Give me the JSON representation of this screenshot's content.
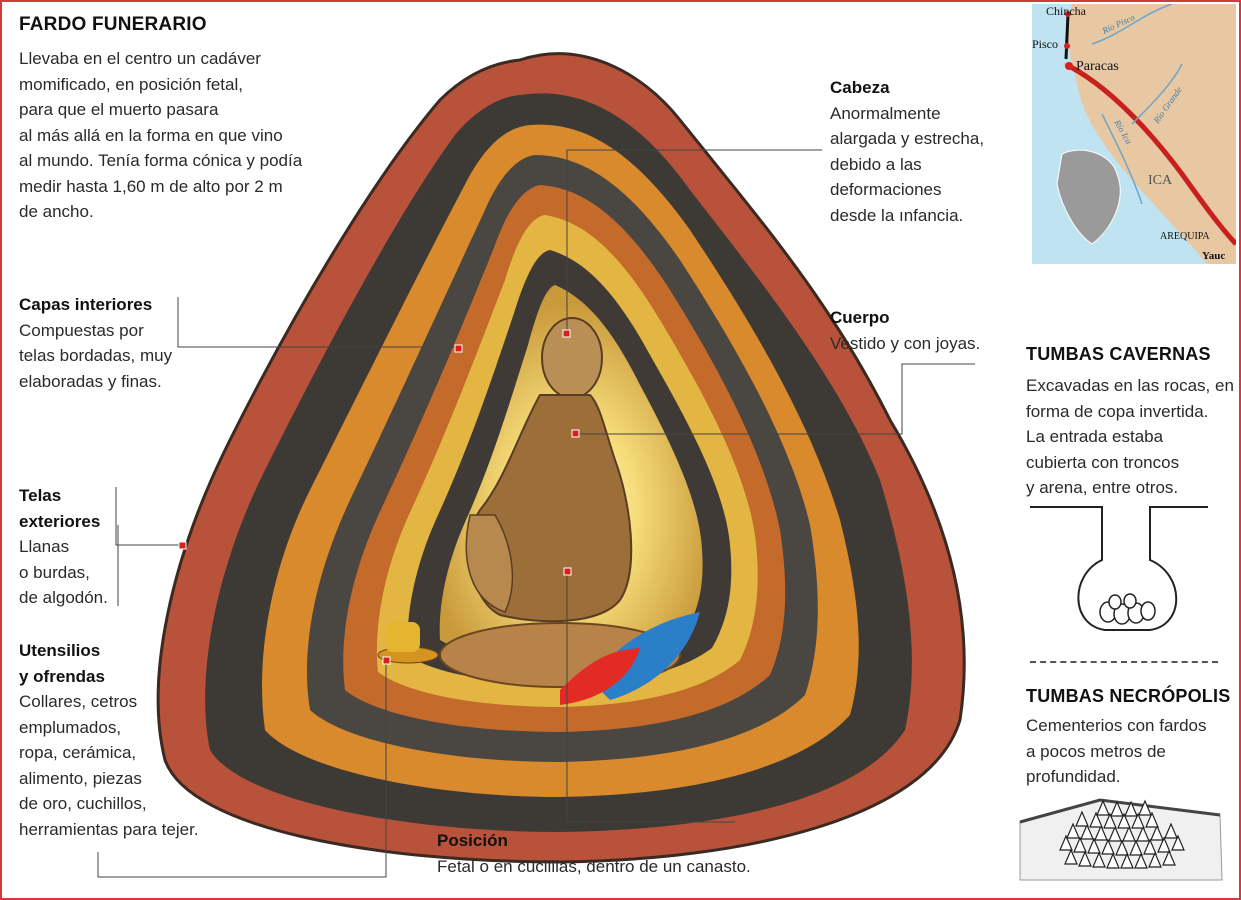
{
  "colors": {
    "border": "#d23b3b",
    "leader": "#444444",
    "marker": "#d8211b",
    "sea": "#bfe3f1",
    "land": "#e8c7a3"
  },
  "fardo": {
    "title": "FARDO FUNERARIO",
    "text": "Llevaba en el centro un cadáver\nmomificado, en posición fetal,\npara que el muerto pasara\nal más allá en la forma en que vino\nal mundo. Tenía forma cónica y podía\nmedir hasta 1,60 m de alto por 2 m\nde ancho."
  },
  "cabeza": {
    "heading": "Cabeza",
    "text": "Anormalmente\nalargada y estrecha,\ndebido a las\ndeformaciones\ndesde la ınfancia."
  },
  "capas": {
    "heading": "Capas interiores",
    "text": "Compuestas por\ntelas bordadas, muy\nelaboradas y finas."
  },
  "cuerpo": {
    "heading": "Cuerpo",
    "text": "Vestido y con joyas."
  },
  "telas": {
    "heading": "Telas\nexteriores",
    "text": "Llanas\no burdas,\nde algodón."
  },
  "utensilios": {
    "heading": "Utensilios\ny ofrendas",
    "text": "Collares, cetros\nemplumados,\nropa, cerámica,\nalimento, piezas\nde oro, cuchillos,\nherramientas para tejer."
  },
  "posicion": {
    "heading": "Posición",
    "text": "Fetal o en cuclillas, dentro de un canasto."
  },
  "cavernas": {
    "title": "TUMBAS CAVERNAS",
    "text": "Excavadas en las rocas, en\nforma de copa invertida.\nLa entrada estaba\ncubierta con troncos\ny arena, entre otros."
  },
  "necropolis": {
    "title": "TUMBAS NECRÓPOLIS",
    "text": "Cementerios con fardos\na pocos metros de\nprofundidad."
  },
  "map": {
    "places": [
      "Chincha",
      "Pisco",
      "Paracas",
      "ICA",
      "AREQUIPA",
      "Yauc"
    ],
    "rivers": [
      "Río Pisco",
      "Río Ica",
      "Río Grande"
    ]
  }
}
